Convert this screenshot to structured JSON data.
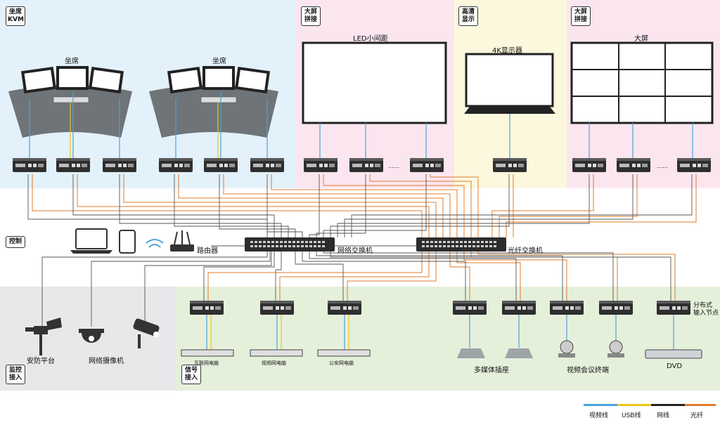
{
  "zones": {
    "kvm": "坐席\nKVM",
    "led_splice": "大屏\n拼接",
    "hd_display": "高清\n显示",
    "big_splice": "大屏\n拼接",
    "control": "控制",
    "monitor_access": "监控\n接入",
    "signal_access": "信号\n接入"
  },
  "labels": {
    "seat1": "坐席",
    "seat2": "坐席",
    "led": "LED小间距",
    "monitor4k": "4K显示器",
    "bigscreen": "大屏",
    "router": "路由器",
    "net_switch": "网络交换机",
    "fiber_switch": "光纤交换机",
    "dots1": "……",
    "dots2": "……",
    "security": "安防平台",
    "netcam": "网络摄像机",
    "pc1": "互联网电脑",
    "pc2": "视频网电脑",
    "pc3": "公安网电脑",
    "multimedia": "多媒体插座",
    "vconf": "视频会议终端",
    "dvd": "DVD",
    "dist_node": "分布式\n输入节点"
  },
  "legend": [
    {
      "label": "视频线",
      "color": "#4aa3d8"
    },
    {
      "label": "USB线",
      "color": "#f0c419"
    },
    {
      "label": "网线",
      "color": "#222222"
    },
    {
      "label": "光纤",
      "color": "#e07b2a"
    }
  ],
  "colors": {
    "kvm_bg": "#e3f1fa",
    "led_bg": "#fbe6f0",
    "hd_bg": "#fbf8de",
    "monitor_bg": "#e8e7ea",
    "signal_bg": "#e5f0db"
  }
}
